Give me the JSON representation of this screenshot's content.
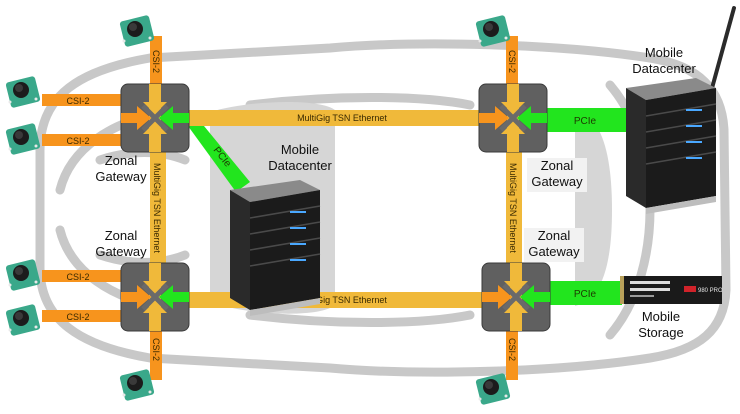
{
  "diagram": {
    "title": "Zonal automotive architecture",
    "colors": {
      "csi": "#f7941d",
      "ethernet": "#f0b93a",
      "pcie": "#22e51e",
      "gateway": "#606060",
      "car_outline": "#c4c4c4"
    },
    "link_labels": {
      "csi": "CSI-2",
      "ethernet": "MultiGig TSN Ethernet",
      "pcie": "PCIe"
    },
    "gateways": [
      {
        "id": "front-left",
        "label_line1": "Zonal",
        "label_line2": "Gateway"
      },
      {
        "id": "front-right",
        "label_line1": "Zonal",
        "label_line2": "Gateway"
      },
      {
        "id": "rear-left",
        "label_line1": "Zonal",
        "label_line2": "Gateway"
      },
      {
        "id": "rear-right",
        "label_line1": "Zonal",
        "label_line2": "Gateway"
      }
    ],
    "devices": {
      "center_datacenter": {
        "line1": "Mobile",
        "line2": "Datacenter"
      },
      "right_datacenter": {
        "line1": "Mobile",
        "line2": "Datacenter"
      },
      "storage": {
        "line1": "Mobile",
        "line2": "Storage",
        "ssd_brand": "980 PRO"
      }
    },
    "cameras": {
      "count": 8,
      "icon": "camera-module-icon"
    }
  }
}
